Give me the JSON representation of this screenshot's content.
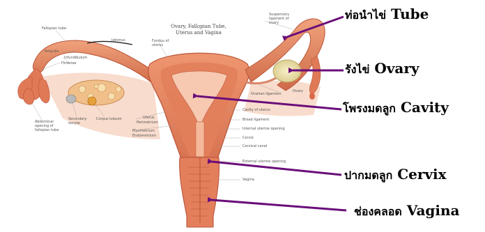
{
  "title_lines": [
    "Ovary, Fallopian Tube,",
    "Uterus and Vagina"
  ],
  "labels": [
    {
      "th": "ท่อนำไข่",
      "en": "Tube"
    },
    {
      "th": "รังไข่",
      "en": "Ovary"
    },
    {
      "th": "โพรงมดลูก",
      "en": "Cavity"
    },
    {
      "th": "ปากมดลูก",
      "en": "Cervix"
    },
    {
      "th": "ช่องคลอด",
      "en": "Vagina"
    }
  ],
  "small_labels": {
    "fallopian_tube": "Fallopian tube",
    "ampulla": "Ampulla",
    "infundibulum": "Infundibulum",
    "fimbriae": "Fimbriae",
    "abdominal_opening": "Abdominal opening of fallopian tube",
    "secondary_oocyte": "Secondary oocyte",
    "corpus_luteum": "Corpus luteum",
    "isthmus": "Isthmus",
    "fundus": "Fundus of uterus",
    "suspensory": "Suspensory ligament of ovary",
    "ovarian_ligament": "Ovarian ligament",
    "ovary_small": "Ovary",
    "uterus": "Uterus",
    "perimetrium": "Perimetrium",
    "myometrium": "Myometrium",
    "endometrium": "Endometrium",
    "cavity_uterus": "Cavity of uterus",
    "broad_ligament": "Broad ligament",
    "internal_os": "Internal uterine opening",
    "cervix_small": "Cervix",
    "cervical_canal": "Cervical canal",
    "external_os": "External uterine opening",
    "vagina_small": "Vagina"
  },
  "colors": {
    "tissue": "#e8845f",
    "tissue_dark": "#c2593c",
    "tissue_light": "#f3b08e",
    "ovary": "#efe3b0",
    "arrow": "#6a0d7a"
  }
}
